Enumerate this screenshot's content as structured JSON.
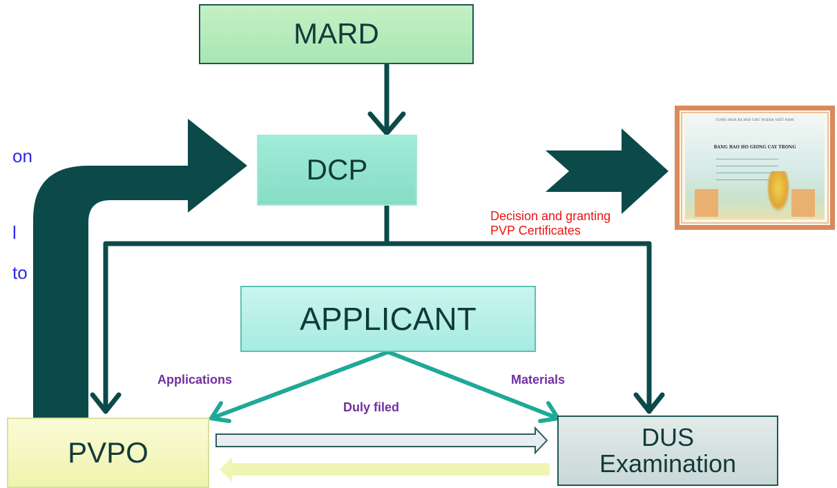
{
  "nodes": {
    "mard": "MARD",
    "dcp": "DCP",
    "applicant": "APPLICANT",
    "pvpo": "PVPO",
    "dus_line1": "DUS",
    "dus_line2": "Examination"
  },
  "edge_labels": {
    "applications": "Applications",
    "materials": "Materials",
    "duly_filed": "Duly filed"
  },
  "decision_note": {
    "line1": "Decision and granting",
    "line2": "PVP Certificates"
  },
  "side_text": {
    "fragment_1": "on",
    "fragment_2": "l",
    "fragment_3": "to"
  },
  "certificate": {
    "header": "CONG HOA XA HOI CHU NGHIA VIET NAM",
    "title": "BANG BAO HO GIONG CAY TRONG"
  },
  "colors": {
    "dark_arrow": "#0c4a4a",
    "teal_arrow": "#20a898",
    "label_purple": "#7030a0",
    "note_red": "#ee1111",
    "side_text_blue": "#2a2ae6"
  }
}
